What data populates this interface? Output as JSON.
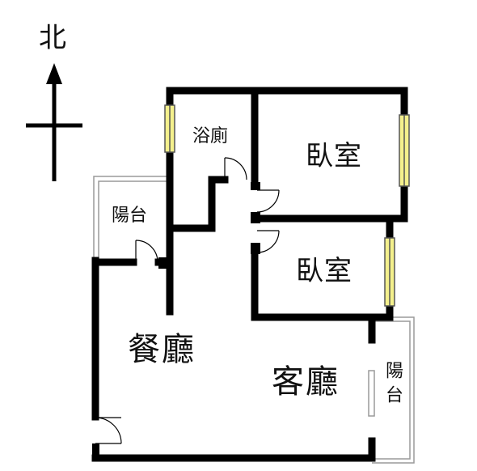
{
  "compass": {
    "north_label": "北"
  },
  "rooms": {
    "bath": "浴廁",
    "bedroom_1": "臥室",
    "bedroom_2": "臥室",
    "balcony_left": "陽台",
    "balcony_right": "陽台",
    "dining": "餐廳",
    "living": "客廳"
  },
  "colors": {
    "wall": "#000000",
    "window_fill": "#f4f08c",
    "window_outline": "#555555",
    "balcony_rail": "#9a9a9a",
    "text": "#111111",
    "background": "#ffffff"
  }
}
